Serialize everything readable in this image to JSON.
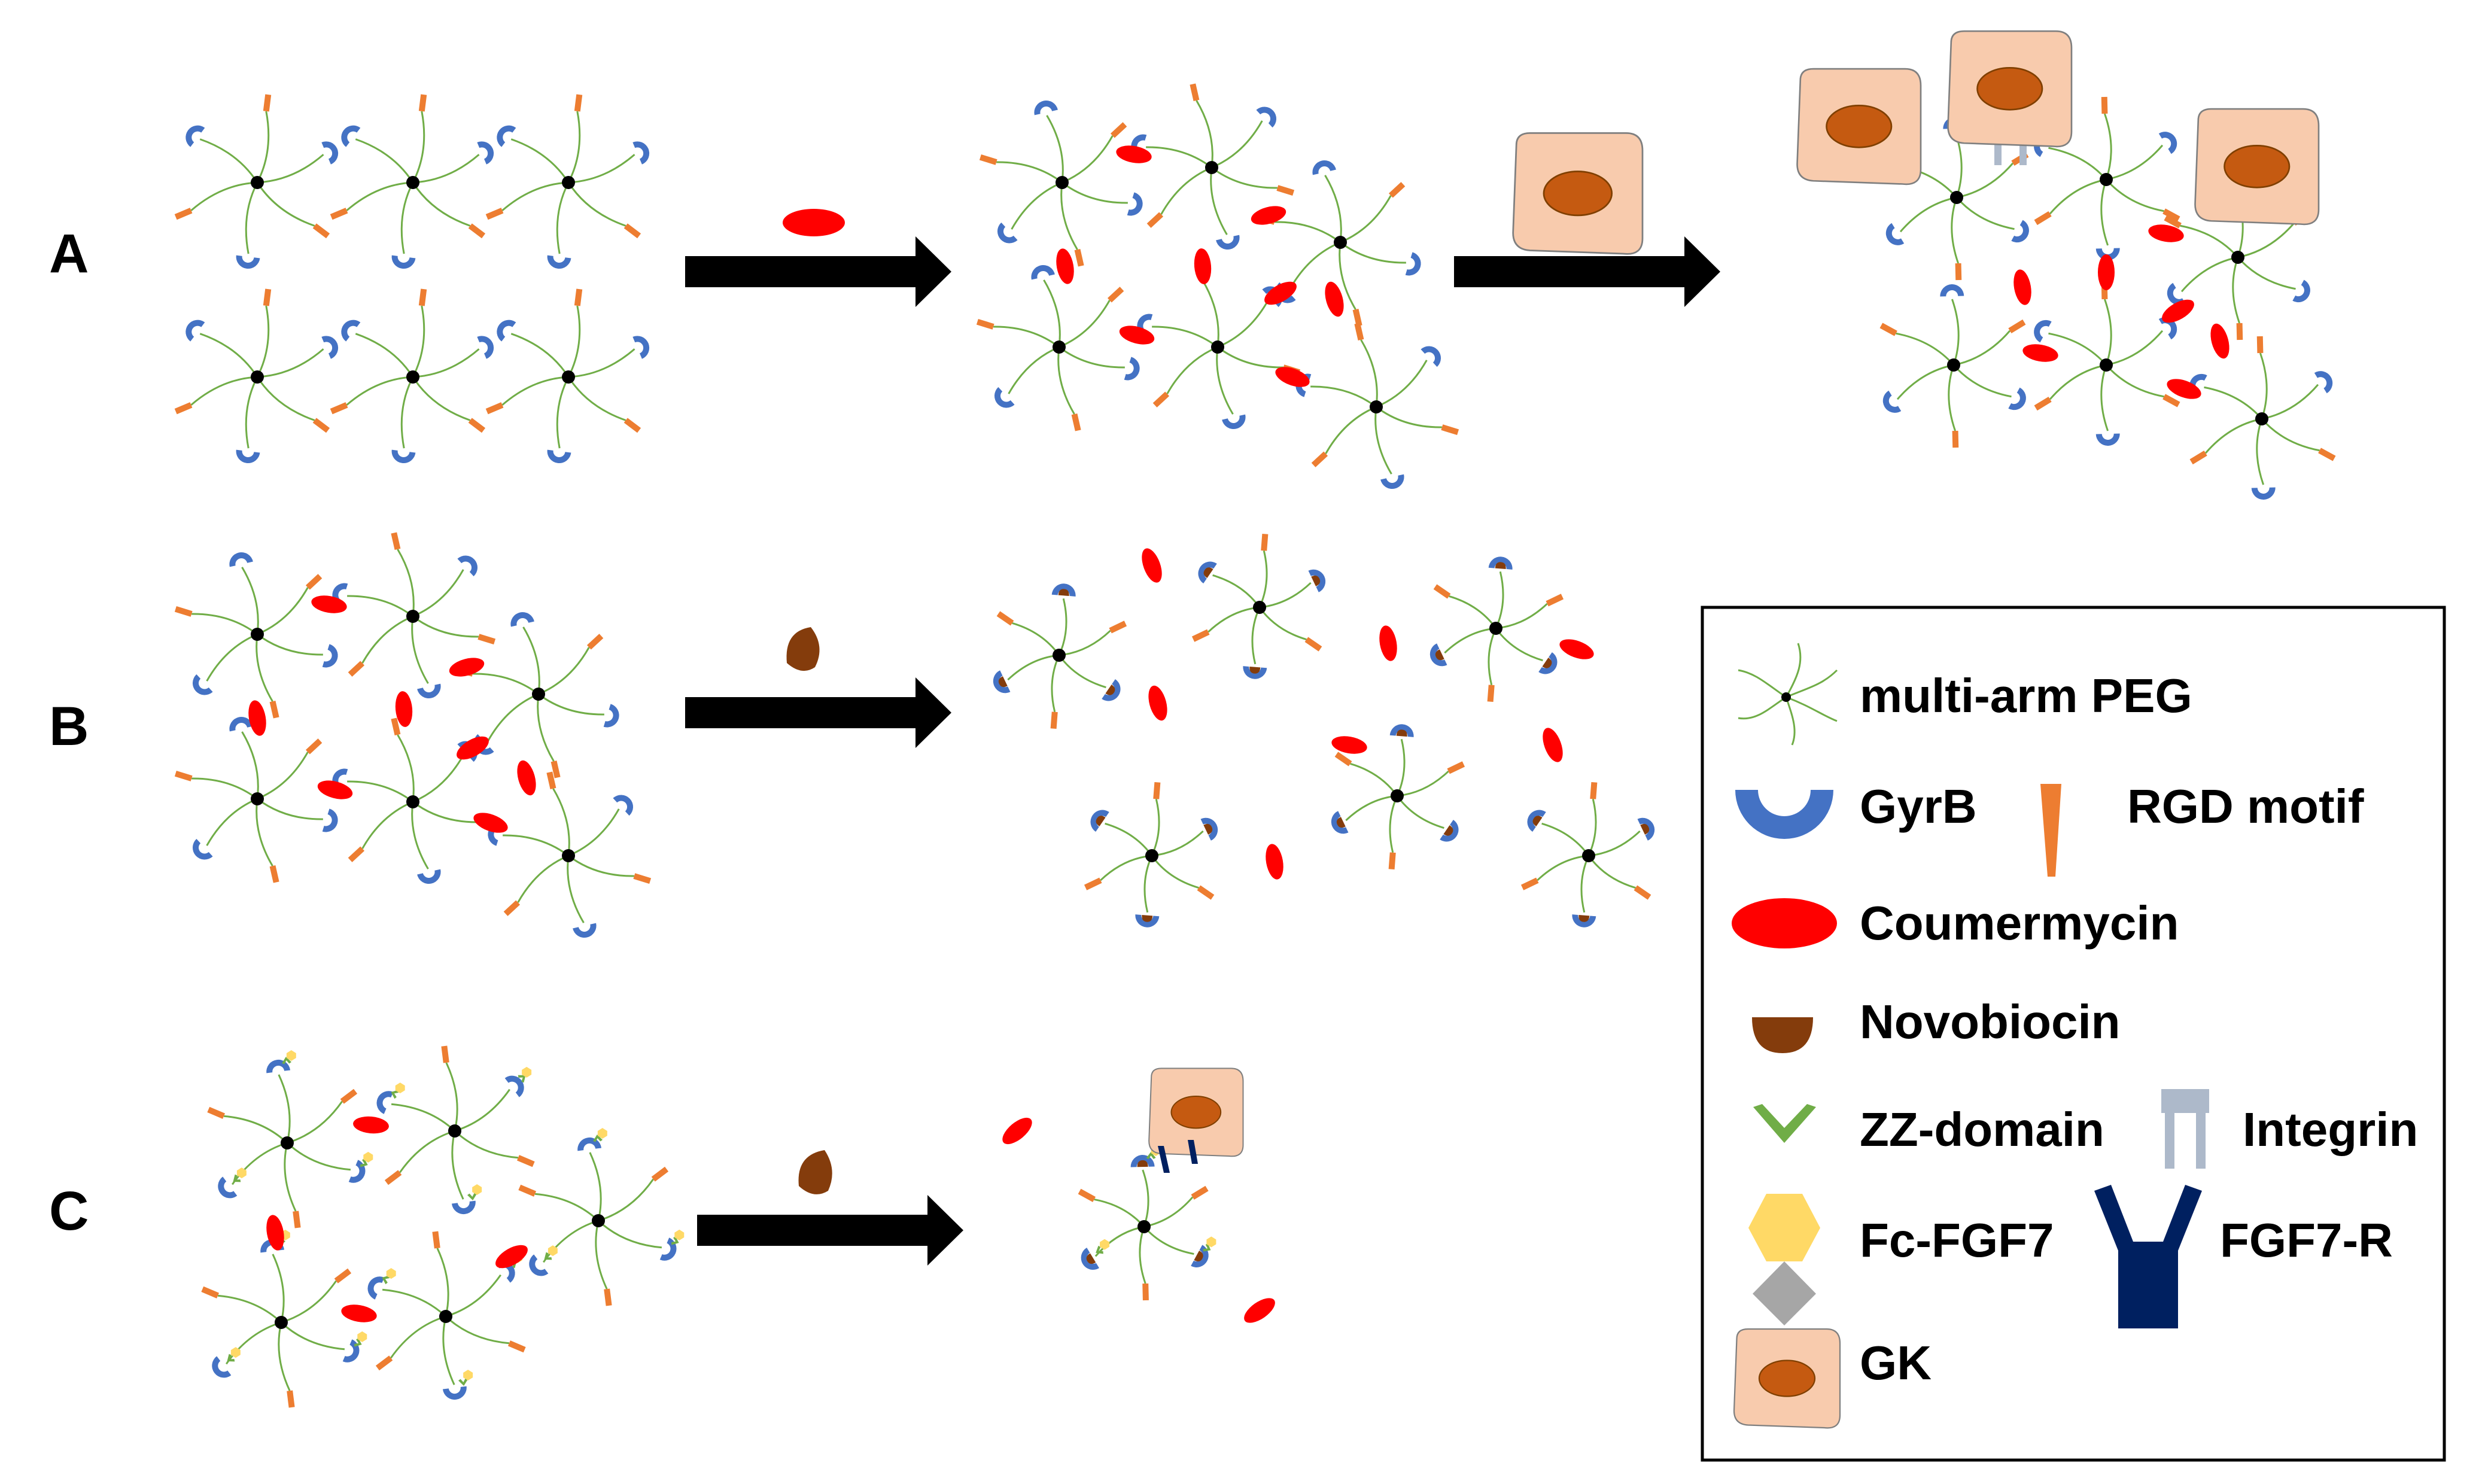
{
  "rows": [
    {
      "label": "A"
    },
    {
      "label": "B"
    },
    {
      "label": "C"
    }
  ],
  "legend": {
    "items": [
      {
        "key": "peg",
        "label": "multi-arm PEG"
      },
      {
        "key": "gyrb",
        "label": "GyrB"
      },
      {
        "key": "rgd",
        "label": "RGD motif"
      },
      {
        "key": "coumermycin",
        "label": "Coumermycin"
      },
      {
        "key": "novobiocin",
        "label": "Novobiocin"
      },
      {
        "key": "zz",
        "label": "ZZ-domain"
      },
      {
        "key": "integrin",
        "label": "Integrin"
      },
      {
        "key": "fcfgf7",
        "label": "Fc-FGF7"
      },
      {
        "key": "fgf7r",
        "label": "FGF7-R"
      },
      {
        "key": "gk",
        "label": "GK"
      }
    ]
  },
  "colors": {
    "gyrb": "#4472c4",
    "rgd": "#ed7d31",
    "coumermycin": "#ff0000",
    "novobiocin": "#843c0c",
    "zz": "#70ad47",
    "integrin": "#adb9ca",
    "fc_hex": "#ffd966",
    "fc_diamond": "#a6a6a6",
    "fgf7r": "#002060",
    "gk_cell": "#f8cbad",
    "gk_nucleus": "#c55a11",
    "peg_arm": "#70ad47",
    "arrow": "#000000"
  }
}
